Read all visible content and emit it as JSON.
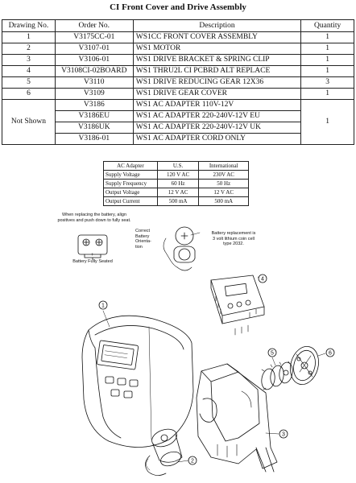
{
  "title": "CI Front Cover and Drive Assembly",
  "parts_table": {
    "headers": [
      "Drawing No.",
      "Order No.",
      "Description",
      "Quantity"
    ],
    "rows": [
      {
        "drawing": "1",
        "order": "V3175CC-01",
        "desc": "WS1CC FRONT COVER ASSEMBLY",
        "qty": "1"
      },
      {
        "drawing": "2",
        "order": "V3107-01",
        "desc": "WS1 MOTOR",
        "qty": "1"
      },
      {
        "drawing": "3",
        "order": "V3106-01",
        "desc": "WS1 DRIVE BRACKET & SPRING CLIP",
        "qty": "1"
      },
      {
        "drawing": "4",
        "order": "V3108CI-02BOARD",
        "desc": "WS1 THRU2L CI PCBRD ALT REPLACE",
        "qty": "1"
      },
      {
        "drawing": "5",
        "order": "V3110",
        "desc": "WS1 DRIVE REDUCING GEAR 12X36",
        "qty": "3"
      },
      {
        "drawing": "6",
        "order": "V3109",
        "desc": "WS1 DRIVE GEAR COVER",
        "qty": "1"
      }
    ],
    "not_shown": {
      "drawing": "Not Shown",
      "qty": "1",
      "rows": [
        {
          "order": "V3186",
          "desc": "WS1 AC ADAPTER 110V-12V"
        },
        {
          "order": "V3186EU",
          "desc": "WS1 AC ADAPTER 220-240V-12V EU"
        },
        {
          "order": "V3186UK",
          "desc": "WS1 AC ADAPTER 220-240V-12V UK"
        },
        {
          "order": "V3186-01",
          "desc": "WS1 AC ADAPTER CORD ONLY"
        }
      ]
    }
  },
  "ac_table": {
    "headers": [
      "AC Adapter",
      "U.S.",
      "International"
    ],
    "rows": [
      {
        "label": "Supply Voltage",
        "us": "120 V AC",
        "intl": "230V AC"
      },
      {
        "label": "Supply Frequency",
        "us": "60 Hz",
        "intl": "50 Hz"
      },
      {
        "label": "Output Voltage",
        "us": "12 V AC",
        "intl": "12 V AC"
      },
      {
        "label": "Output Current",
        "us": "500 mA",
        "intl": "500 mA"
      }
    ]
  },
  "notes": {
    "battery_align_1": "When replacing the battery, align",
    "battery_align_2": "positives and push down to fully seat.",
    "battery_seated": "Battery Fully Seated",
    "orientation_1": "Correct",
    "orientation_2": "Battery",
    "orientation_3": "Orienta-",
    "orientation_4": "tion",
    "replacement_1": "Battery replacement is",
    "replacement_2": "3 volt lithium coin cell",
    "replacement_3": "type 2032.",
    "plus": "+"
  },
  "callouts": [
    "1",
    "2",
    "3",
    "4",
    "5",
    "6"
  ]
}
